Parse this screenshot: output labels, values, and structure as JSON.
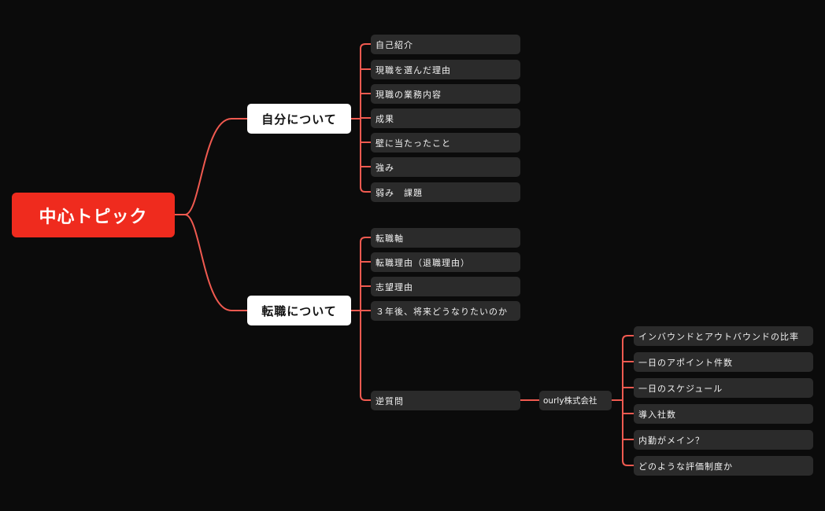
{
  "central": "中心トピック",
  "branches": [
    {
      "label": "自分について",
      "children": [
        "自己紹介",
        "現職を選んだ理由",
        "現職の業務内容",
        "成果",
        "壁に当たったこと",
        "強み",
        "弱み　課題"
      ]
    },
    {
      "label": "転職について",
      "children": [
        "転職軸",
        "転職理由（退職理由）",
        "志望理由",
        "３年後、将来どうなりたいのか",
        "逆質問"
      ]
    }
  ],
  "reverse_question": {
    "company": "ourly株式会社",
    "questions": [
      "インバウンドとアウトバウンドの比率",
      "一日のアポイント件数",
      "一日のスケジュール",
      "導入社数",
      "内勤がメイン？",
      "どのような評価制度か"
    ]
  },
  "colors": {
    "background": "#0b0b0b",
    "central": "#ef2b1e",
    "connector": "#f05a50",
    "main_node": "#ffffff",
    "sub_node": "#2b2b2b"
  }
}
